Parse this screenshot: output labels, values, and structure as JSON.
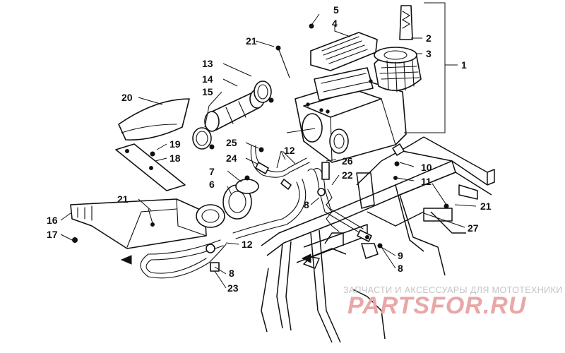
{
  "diagram": {
    "callouts": {
      "c1": "1",
      "c2": "2",
      "c3": "3",
      "c4": "4",
      "c5": "5",
      "c6": "6",
      "c7": "7",
      "c8a": "8",
      "c8b": "8",
      "c8c": "8",
      "c9": "9",
      "c10": "10",
      "c11": "11",
      "c12a": "12",
      "c12b": "12",
      "c13": "13",
      "c14": "14",
      "c15": "15",
      "c16": "16",
      "c17": "17",
      "c18": "18",
      "c19": "19",
      "c20": "20",
      "c21a": "21",
      "c21b": "21",
      "c21c": "21",
      "c22": "22",
      "c23": "23",
      "c24": "24",
      "c25": "25",
      "c26": "26",
      "c27": "27"
    }
  },
  "watermark": {
    "tagline": "ЗАПЧАСТИ И АКСЕССУАРЫ ДЛЯ МОТОТЕХНИКИ",
    "logo": "PARTSFOR.RU"
  }
}
